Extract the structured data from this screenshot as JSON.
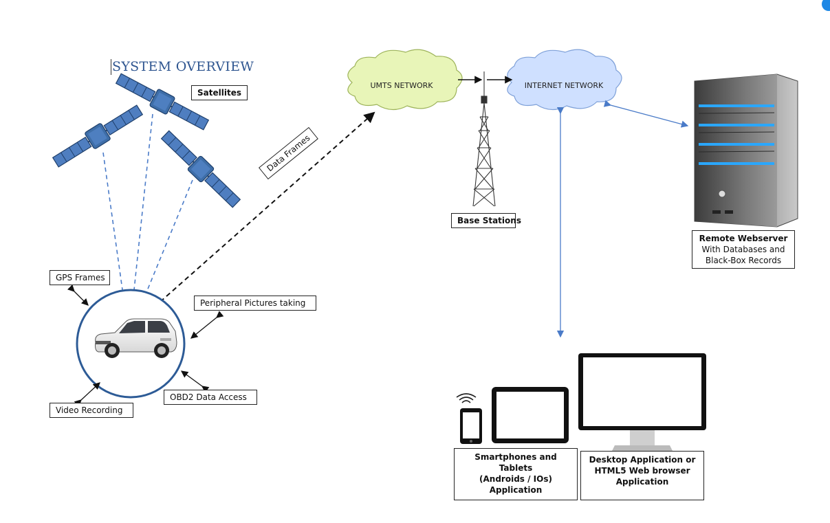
{
  "title": "SYSTEM OVERVIEW",
  "labels": {
    "satellites": "Satellites",
    "data_frames": "Data Frames",
    "gps_frames": "GPS Frames",
    "peripheral_pictures": "Peripheral Pictures taking",
    "video_recording": "Video Recording",
    "obd2_data_access": "OBD2 Data Access",
    "base_stations": "Base Stations",
    "umts_network": "UMTS NETWORK",
    "internet_network": "INTERNET NETWORK",
    "remote_webserver_title": "Remote Webserver",
    "remote_webserver_line1": "With Databases and",
    "remote_webserver_line2": "Black-Box Records",
    "mobile_line1": "Smartphones and Tablets",
    "mobile_line2": "(Androids / IOs)",
    "mobile_line3": "Application",
    "desktop_line1": "Desktop Application or",
    "desktop_line2": "HTML5 Web browser",
    "desktop_line3": "Application"
  },
  "colors": {
    "title": "#2E5590",
    "satellite": "#3E6EA8",
    "gps_link": "#4A7BC8",
    "umts_cloud": "#E8F5B8",
    "internet_cloud": "#CFE0FF",
    "server_link": "#4A7BC8"
  },
  "icons": [
    "satellite-icon",
    "car-icon",
    "cell-tower-icon",
    "server-tower-icon",
    "smartphone-icon",
    "tablet-icon",
    "monitor-icon",
    "wifi-icon"
  ]
}
